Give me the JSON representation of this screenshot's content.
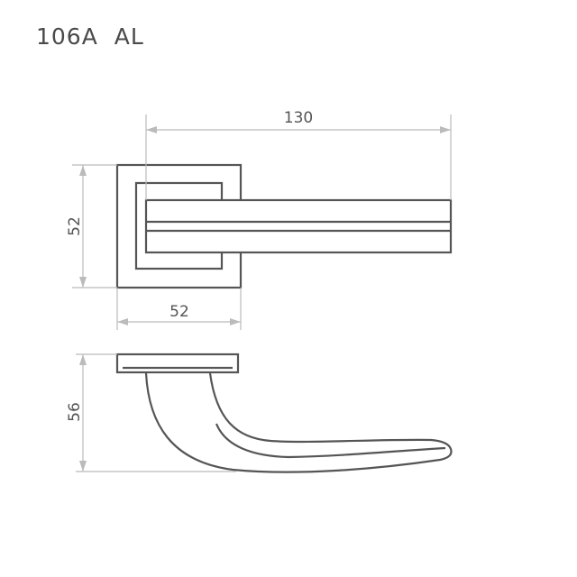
{
  "title": "106A  AL",
  "dimensions": {
    "handle_length": "130",
    "rose_height": "52",
    "rose_width": "52",
    "profile_height": "56"
  }
}
